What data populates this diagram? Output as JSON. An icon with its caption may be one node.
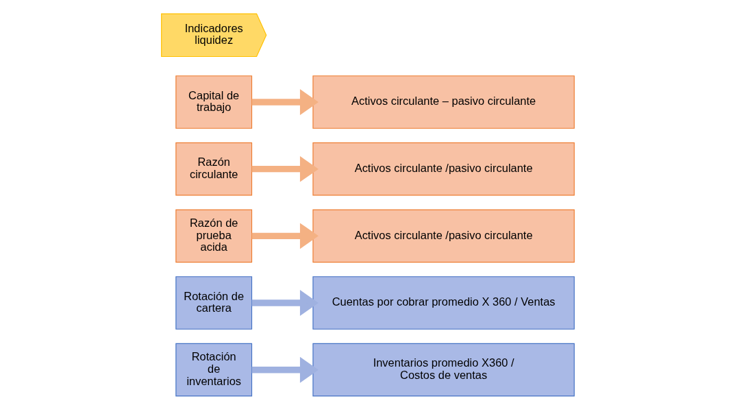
{
  "diagram": {
    "nodes": [
      {
        "text": [
          "Indicadores liquidez"
        ]
      },
      {
        "text": [
          "Capital de trabajo"
        ]
      },
      {
        "text": [
          "Activos circulante – pasivo circulante"
        ]
      },
      {
        "text": [
          "Razón circulante"
        ]
      },
      {
        "text": [
          "Activos circulante /pasivo circulante"
        ]
      },
      {
        "text": [
          "Razón de prueba acida"
        ]
      },
      {
        "text": [
          "Activos circulante /pasivo circulante"
        ]
      },
      {
        "text": [
          "Rotación de cartera"
        ]
      },
      {
        "text": [
          "Cuentas por cobrar promedio X 360 / Ventas"
        ]
      },
      {
        "text": [
          "Rotación de inventarios"
        ]
      },
      {
        "text": [
          "Inventarios promedio X360 / Costos de ventas"
        ]
      }
    ],
    "edges": [
      {
        "from": 1,
        "to": 2,
        "arrow": "to"
      },
      {
        "from": 3,
        "to": 4,
        "arrow": "to"
      },
      {
        "from": 5,
        "to": 6,
        "arrow": "to"
      },
      {
        "from": 7,
        "to": 8,
        "arrow": "to",
        "color": "#9fb1e0"
      },
      {
        "from": 9,
        "to": 10,
        "arrow": "to",
        "color": "#9fb1e0"
      }
    ]
  }
}
